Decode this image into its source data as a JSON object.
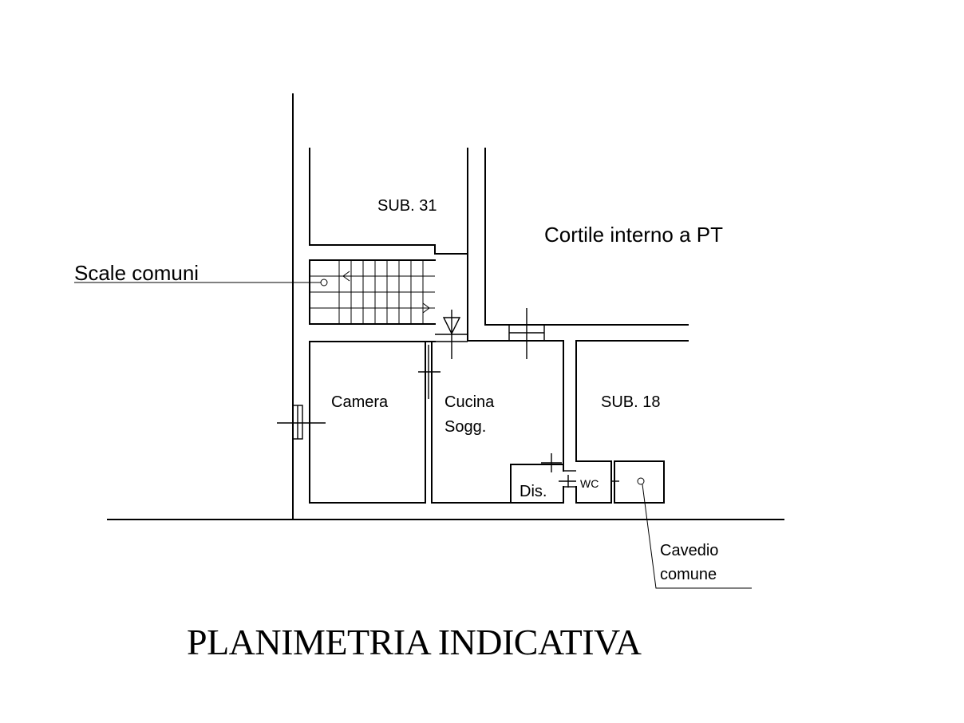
{
  "drawing": {
    "title": "PLANIMETRIA INDICATIVA",
    "labels": {
      "sub31": "SUB. 31",
      "cortile": "Cortile interno a PT",
      "scale": "Scale comuni",
      "camera": "Camera",
      "cucina_line1": "Cucina",
      "cucina_line2": "Sogg.",
      "sub18": "SUB. 18",
      "dis": "Dis.",
      "wc": "WC",
      "cavedio_line1": "Cavedio",
      "cavedio_line2": "comune"
    }
  }
}
